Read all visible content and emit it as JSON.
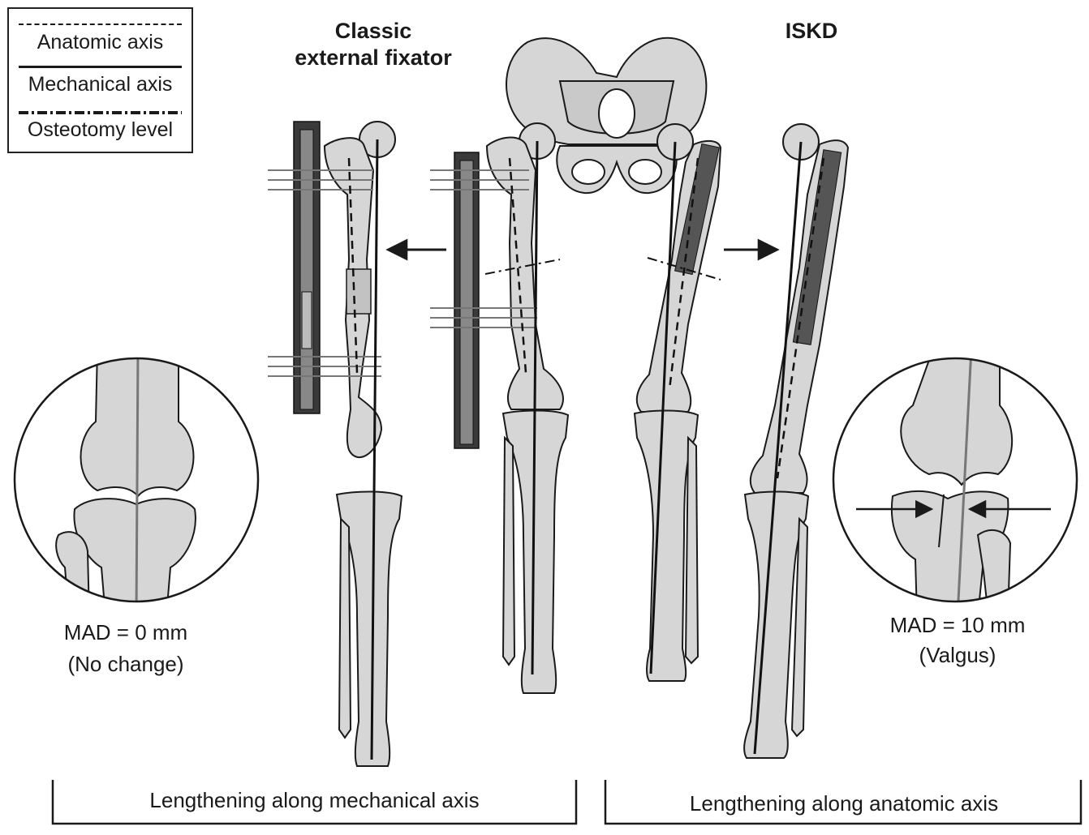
{
  "legend": {
    "anatomic_axis": "Anatomic axis",
    "mechanical_axis": "Mechanical axis",
    "osteotomy_level": "Osteotomy level"
  },
  "titles": {
    "fixator": "Classic\nexternal fixator",
    "iskd": "ISKD"
  },
  "left_result": {
    "value": "MAD = 0 mm",
    "note": "(No change)"
  },
  "right_result": {
    "value": "MAD = 10 mm",
    "note": "(Valgus)"
  },
  "brackets": {
    "left": "Lengthening along mechanical axis",
    "right": "Lengthening along anatomic axis"
  },
  "colors": {
    "bone_fill": "#d6d6d6",
    "outline": "#1a1a1a",
    "fixator_dark": "#3a3a3a",
    "axis_gray": "#777777"
  }
}
